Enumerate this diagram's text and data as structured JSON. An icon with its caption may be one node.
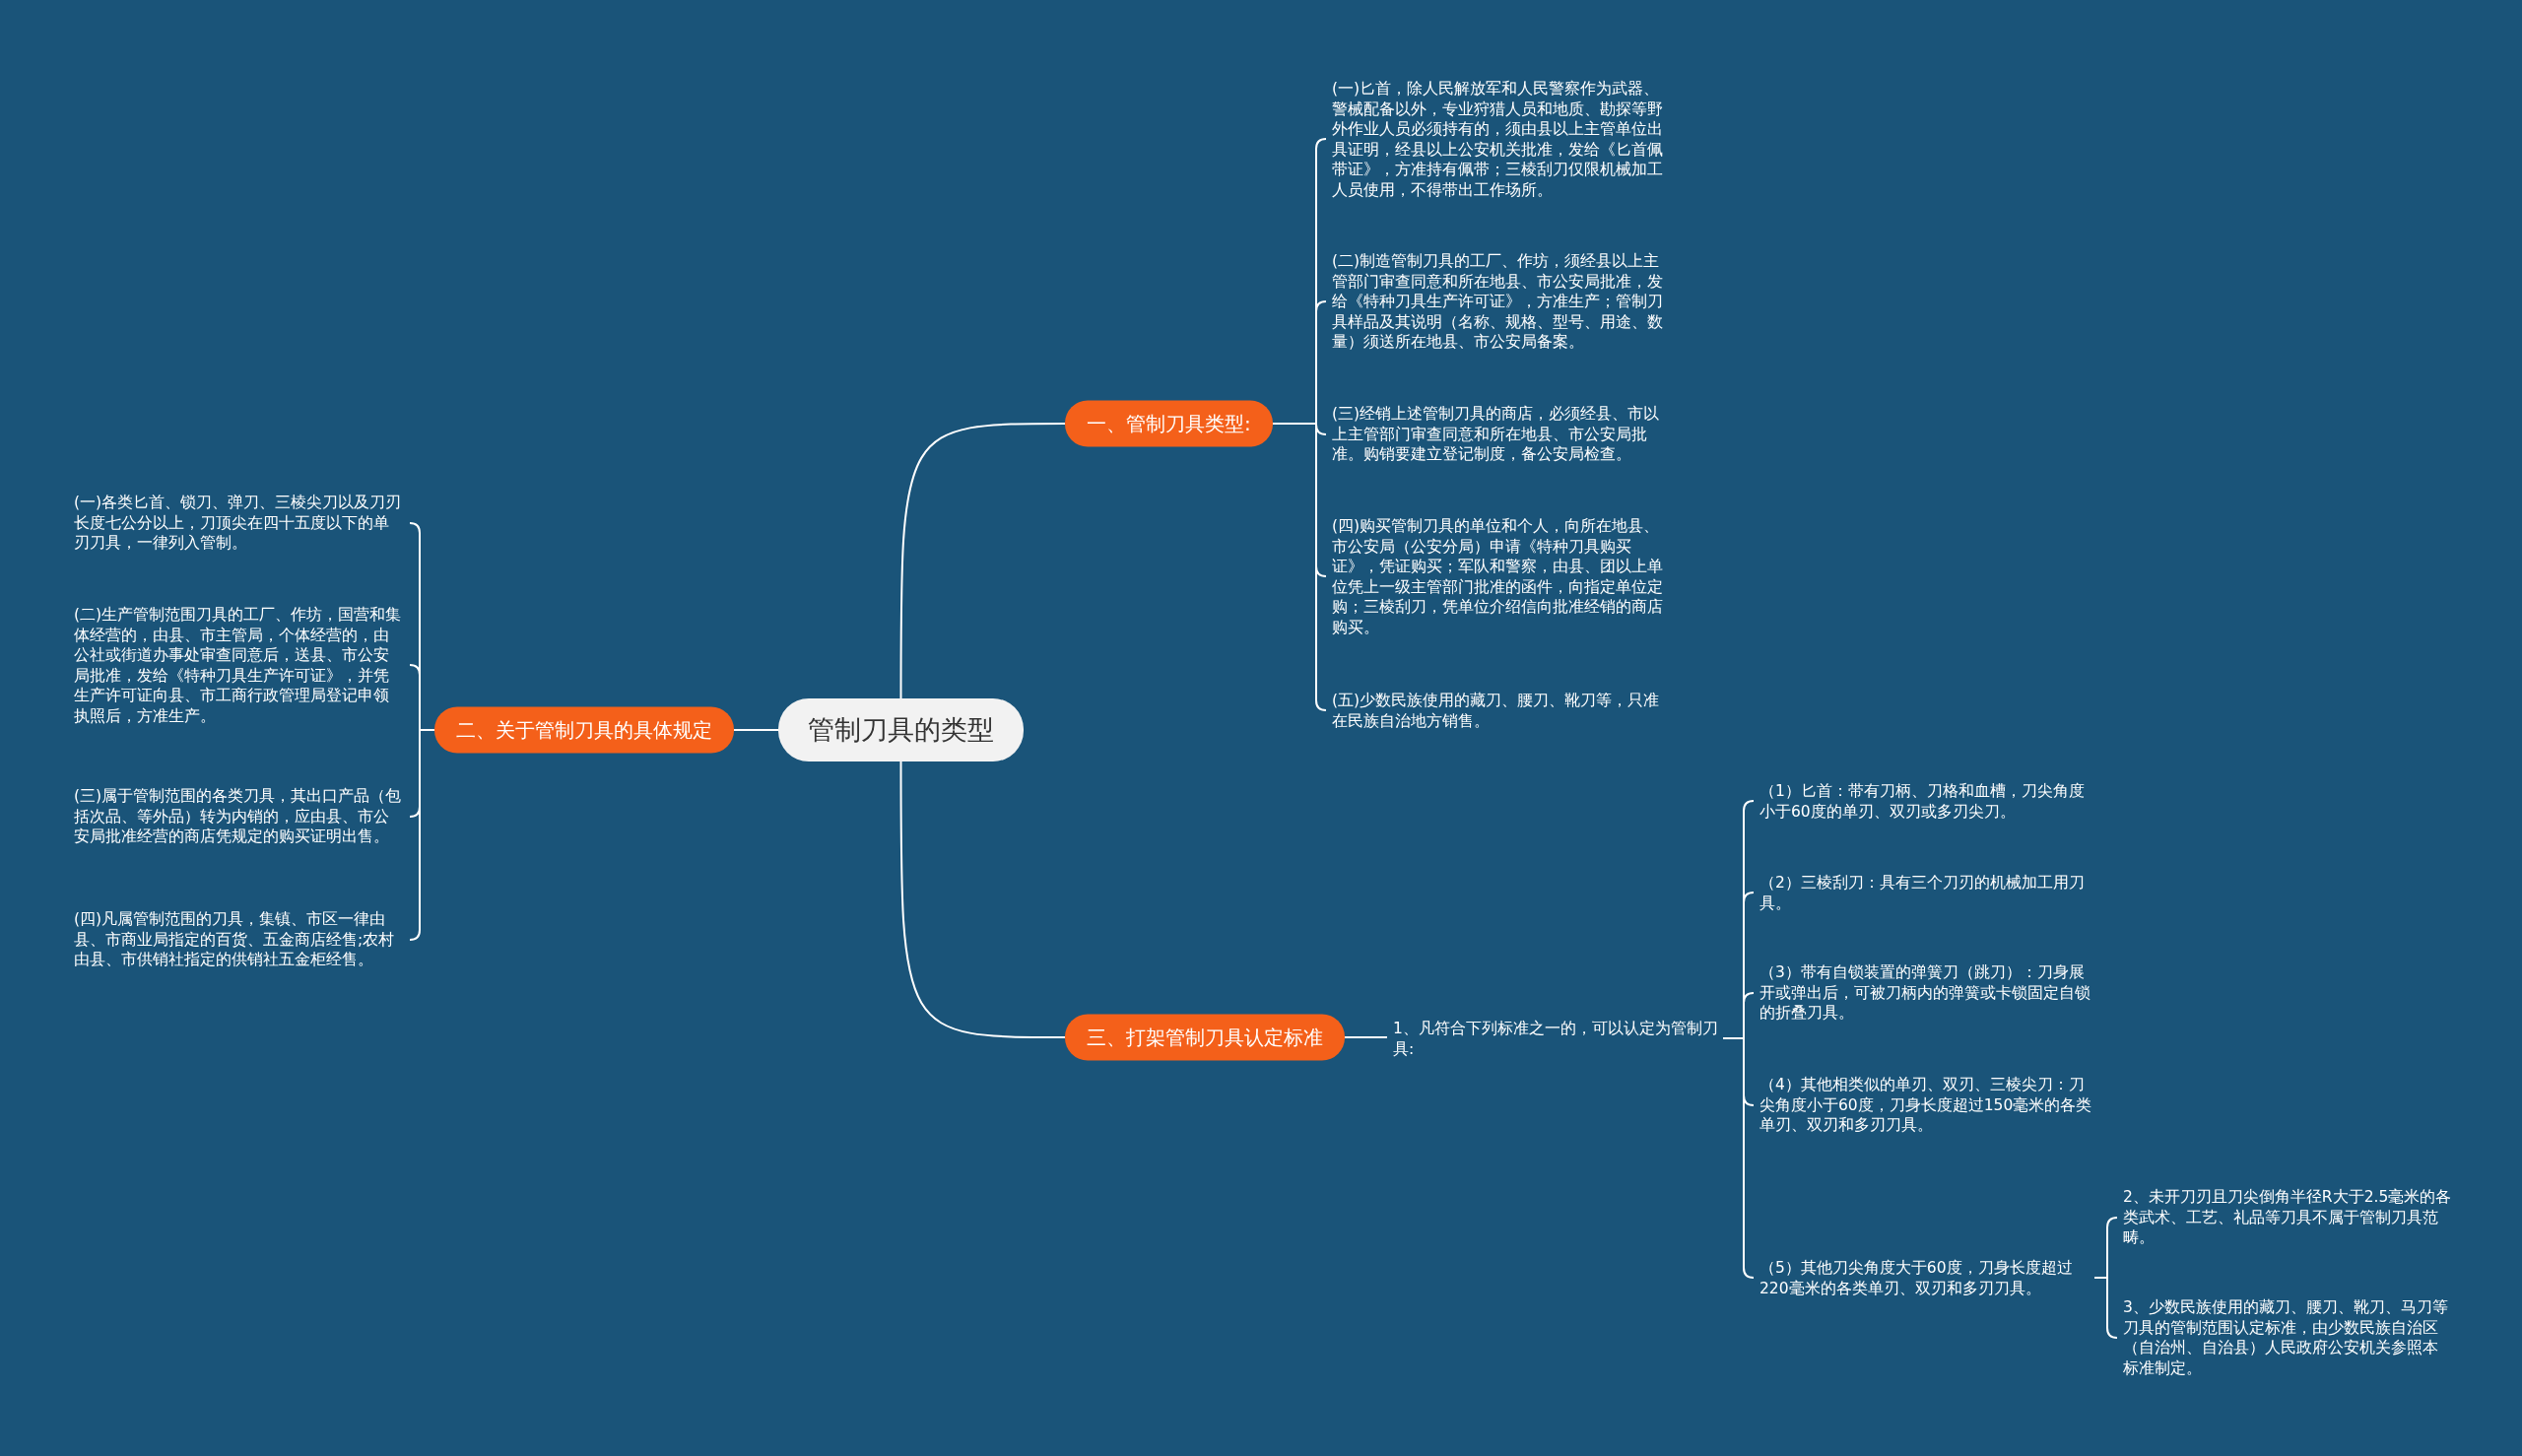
{
  "diagram": {
    "nodes": [
      {
        "text": [
          "管制刀具的类型"
        ]
      },
      {
        "text": [
          "一、管制刀具类型:"
        ]
      },
      {
        "text": [
          "(一)匕首，除人民解放军和人民警察作为武器、警械配备以外，专业狩猎人员和地质、勘探等野外作业人员必须持有的，须由县以上主管单位出具证明，经县以上公安机关批准，发给《匕首佩带证》，方准持有佩带；三棱刮刀仅限机械加工人员使用，不得带出工作场所。"
        ]
      },
      {
        "text": [
          "(二)制造管制刀具的工厂、作坊，须经县以上主管部门审查同意和所在地县、市公安局批准，发给《特种刀具生产许可证》，方准生产；管制刀具样品及其说明（名称、规格、型号、用途、数量）须送所在地县、市公安局备案。"
        ]
      },
      {
        "text": [
          "(三)经销上述管制刀具的商店，必须经县、市以上主管部门审查同意和所在地县、市公安局批准。购销要建立登记制度，备公安局检查。"
        ]
      },
      {
        "text": [
          "(四)购买管制刀具的单位和个人，向所在地县、市公安局（公安分局）申请《特种刀具购买证》，凭证购买；军队和警察，由县、团以上单位凭上一级主管部门批准的函件，向指定单位定购；三棱刮刀，凭单位介绍信向批准经销的商店购买。"
        ]
      },
      {
        "text": [
          "(五)少数民族使用的藏刀、腰刀、靴刀等，只准在民族自治地方销售。"
        ]
      },
      {
        "text": [
          "二、关于管制刀具的具体规定"
        ]
      },
      {
        "text": [
          "(一)各类匕首、锁刀、弹刀、三棱尖刀以及刀刃长度七公分以上，刀顶尖在四十五度以下的单刃刀具，一律列入管制。"
        ]
      },
      {
        "text": [
          "(二)生产管制范围刀具的工厂、作坊，国营和集体经营的，由县、市主管局，个体经营的，由公社或街道办事处审查同意后，送县、市公安局批准，发给《特种刀具生产许可证》，并凭生产许可证向县、市工商行政管理局登记申领执照后，方准生产。"
        ]
      },
      {
        "text": [
          "(三)属于管制范围的各类刀具，其出口产品（包括次品、等外品）转为内销的，应由县、市公安局批准经营的商店凭规定的购买证明出售。"
        ]
      },
      {
        "text": [
          "(四)凡属管制范围的刀具，集镇、市区一律由县、市商业局指定的百货、五金商店经售;农村由县、市供销社指定的供销社五金柜经售。"
        ]
      },
      {
        "text": [
          "三、打架管制刀具认定标准"
        ]
      },
      {
        "text": [
          "1、凡符合下列标准之一的，可以认定为管制刀具:"
        ]
      },
      {
        "text": [
          "（1）匕首：带有刀柄、刀格和血槽，刀尖角度小于60度的单刃、双刃或多刃尖刀。"
        ]
      },
      {
        "text": [
          "（2）三棱刮刀：具有三个刀刃的机械加工用刀具。"
        ]
      },
      {
        "text": [
          "（3）带有自锁装置的弹簧刀（跳刀）：刀身展开或弹出后，可被刀柄内的弹簧或卡锁固定自锁的折叠刀具。"
        ]
      },
      {
        "text": [
          "（4）其他相类似的单刃、双刃、三棱尖刀：刀尖角度小于60度，刀身长度超过150毫米的各类单刃、双刃和多刃刀具。"
        ]
      },
      {
        "text": [
          "（5）其他刀尖角度大于60度，刀身长度超过220毫米的各类单刃、双刃和多刃刀具。"
        ]
      },
      {
        "text": [
          "2、未开刀刃且刀尖倒角半径R大于2.5毫米的各类武术、工艺、礼品等刀具不属于管制刀具范畴。"
        ]
      },
      {
        "text": [
          "3、少数民族使用的藏刀、腰刀、靴刀、马刀等刀具的管制范围认定标准，由少数民族自治区（自治州、自治县）人民政府公安机关参照本标准制定。"
        ]
      }
    ],
    "edges": [
      {
        "from": 0,
        "to": 1,
        "arrow": "none"
      },
      {
        "from": 1,
        "to": 2,
        "arrow": "none"
      },
      {
        "from": 1,
        "to": 3,
        "arrow": "none"
      },
      {
        "from": 1,
        "to": 4,
        "arrow": "none"
      },
      {
        "from": 1,
        "to": 5,
        "arrow": "none"
      },
      {
        "from": 1,
        "to": 6,
        "arrow": "none"
      },
      {
        "from": 0,
        "to": 7,
        "arrow": "none"
      },
      {
        "from": 7,
        "to": 8,
        "arrow": "none"
      },
      {
        "from": 7,
        "to": 9,
        "arrow": "none"
      },
      {
        "from": 7,
        "to": 10,
        "arrow": "none"
      },
      {
        "from": 7,
        "to": 11,
        "arrow": "none"
      },
      {
        "from": 0,
        "to": 12,
        "arrow": "none"
      },
      {
        "from": 12,
        "to": 13,
        "arrow": "none"
      },
      {
        "from": 13,
        "to": 14,
        "arrow": "none"
      },
      {
        "from": 13,
        "to": 15,
        "arrow": "none"
      },
      {
        "from": 13,
        "to": 16,
        "arrow": "none"
      },
      {
        "from": 13,
        "to": 17,
        "arrow": "none"
      },
      {
        "from": 13,
        "to": 18,
        "arrow": "none"
      },
      {
        "from": 18,
        "to": 19,
        "arrow": "none"
      },
      {
        "from": 18,
        "to": 20,
        "arrow": "none"
      }
    ]
  }
}
